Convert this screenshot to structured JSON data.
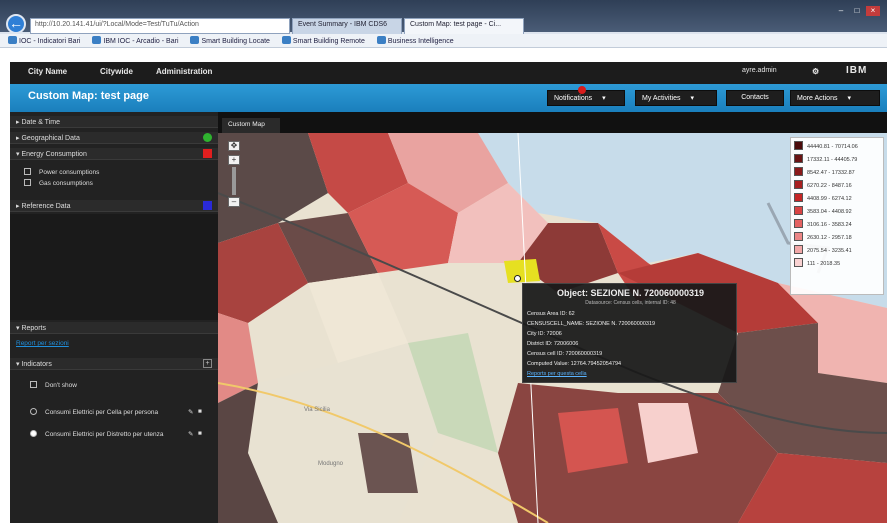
{
  "browser": {
    "address": "http://10.20.141.41/ui/?Local/Mode=Test/TuTu/Action",
    "tabs": [
      "Event Summary - IBM CDS6",
      "Custom Map: test page - Ci..."
    ],
    "bookmarks": [
      "IOC - Indicatori Bari",
      "IBM IOC - Arcadio - Bari",
      "Smart Building Locate",
      "Smart Building Remote",
      "Business Intelligence"
    ]
  },
  "nav": {
    "city_name": "City Name",
    "citywide": "Citywide",
    "administration": "Administration",
    "user": "ayre.admin",
    "logo": "IBM"
  },
  "header": {
    "title": "Custom Map: test page",
    "notifications": "Notifications",
    "my_activities": "My Activities",
    "contacts": "Contacts",
    "more_actions": "More Actions"
  },
  "sidebar": {
    "date_time": "Date & Time",
    "geographical_data": "Geographical Data",
    "energy_consumption": "Energy Consumption",
    "energy_items": [
      "Power consumptions",
      "Gas consumptions"
    ],
    "reference_data": "Reference Data",
    "reports": "Reports",
    "reports_link": "Report per sezioni",
    "indicators": "Indicators",
    "indicator_items": [
      "Don't show",
      "Consumi Elettrici per Cella per persona",
      "Consumi Elettrici per Distretto per utenza"
    ],
    "status_colors": {
      "geographical": "#2fb32f",
      "energy": "#e01f1f",
      "reference": "#2a2ad8"
    }
  },
  "map": {
    "tab_label": "Custom Map",
    "place_labels": [
      "Via Sicilia",
      "Modugno"
    ],
    "legend": [
      {
        "label": "44440.81 - 70714.06",
        "color": "#4a0b0b"
      },
      {
        "label": "17332.11 - 44405.79",
        "color": "#6a1414"
      },
      {
        "label": "8542.47 - 17332.87",
        "color": "#8b1a1a"
      },
      {
        "label": "6270.22 - 8487.16",
        "color": "#a82020"
      },
      {
        "label": "4408.99 - 6274.12",
        "color": "#c52626"
      },
      {
        "label": "3583.04 - 4408.92",
        "color": "#d94444"
      },
      {
        "label": "3106.16 - 3583.24",
        "color": "#e46262"
      },
      {
        "label": "2630.12 - 2957.18",
        "color": "#ec8686"
      },
      {
        "label": "2075.54 - 3235.41",
        "color": "#f2a8a8"
      },
      {
        "label": "111 - 2018.35",
        "color": "#f9d2d2"
      }
    ]
  },
  "popup": {
    "title": "Object: SEZIONE N. 720060000319",
    "subtitle": "Datasource: Census cells, internal ID: 48",
    "lines": [
      "Census Area ID: 62",
      "CENSUSCELL_NAME: SEZIONE N. 720060000319",
      "City ID: 72006",
      "District ID: 72006006",
      "Census cell ID: 720060000319",
      "Computed Value: 12764.79452054794"
    ],
    "link": "Reports per questa cella"
  }
}
